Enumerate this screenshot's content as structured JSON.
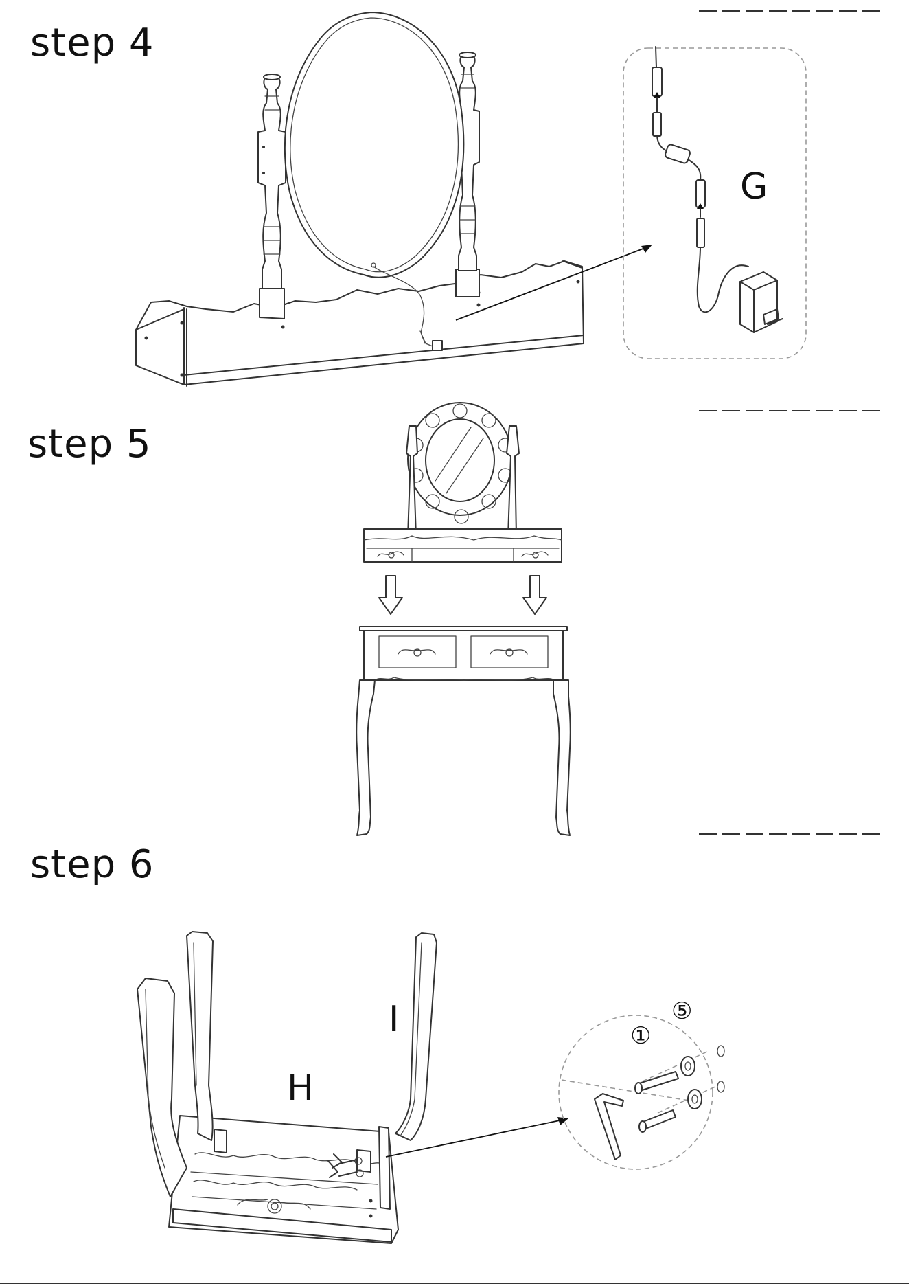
{
  "steps": [
    {
      "id": "step4",
      "title": "step 4",
      "part_labels": [
        "G"
      ]
    },
    {
      "id": "step5",
      "title": "step 5",
      "part_labels": []
    },
    {
      "id": "step6",
      "title": "step 6",
      "part_labels": [
        "H",
        "I"
      ],
      "callout_numbers": [
        "⑤",
        "①"
      ]
    }
  ],
  "colors": {
    "line": "#333333",
    "dashed_frame": "#999999",
    "background": "#ffffff"
  }
}
